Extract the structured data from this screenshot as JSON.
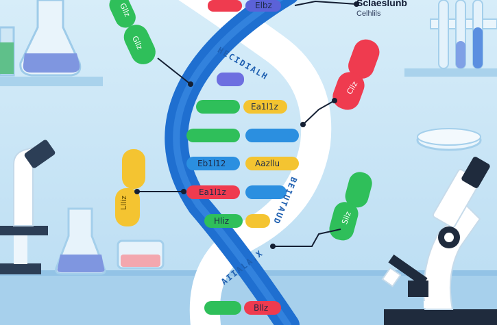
{
  "header": {
    "title": "Sclaeslunb",
    "subtitle": "Celhlils"
  },
  "strand_labels": {
    "upper": "HECIDIALH",
    "right": "BEIUTAUD",
    "lower": "AIIALA.X"
  },
  "base_pairs": [
    {
      "left_color": "#ef3b4f",
      "right_color": "#5b62d8",
      "right_label": "Elbz"
    },
    {
      "left_color": "#6d6fe0",
      "right_color": "#6d6fe0"
    },
    {
      "left_color": "#2fbf5a",
      "right_color": "#f4c431",
      "right_label": "Ea1l1z"
    },
    {
      "left_color": "#2fbf5a",
      "right_color": "#2b8fe0"
    },
    {
      "left_color": "#2b8fe0",
      "right_color": "#f4c431",
      "left_label": "Eb1l12",
      "right_label": "Aazllu"
    },
    {
      "left_color": "#ef3b4f",
      "right_color": "#2b8fe0",
      "left_label": "Ea1l1z"
    },
    {
      "left_color": "#2fbf5a",
      "right_color": "#f4c431",
      "left_label": "Hliz"
    },
    {
      "left_color": "#2fbf5a",
      "right_color": "#ef3b4f",
      "right_label": "Bllz"
    }
  ],
  "chromosomes": [
    {
      "name": "green-top-left",
      "color": "#2fbf5a",
      "label": "Gllz"
    },
    {
      "name": "green-left",
      "color": "#2fbf5a",
      "label": "Gllz"
    },
    {
      "name": "red-right",
      "color": "#ef3b4f",
      "label": "Cllz"
    },
    {
      "name": "yellow-left",
      "color": "#f4c431",
      "label": "Llliz"
    },
    {
      "name": "green-right",
      "color": "#2fbf5a",
      "label": "Sllz"
    }
  ],
  "colors": {
    "background": "#cfe8f7",
    "strand_blue": "#1f6fd0",
    "strand_white": "#ffffff",
    "red": "#ef3b4f",
    "green": "#2fbf5a",
    "yellow": "#f4c431",
    "purple": "#6d6fe0",
    "blue": "#2b8fe0"
  },
  "icons": [
    "flask-icon",
    "beaker-icon",
    "test-tube-rack-icon",
    "microscope-icon",
    "petri-dish-icon"
  ]
}
